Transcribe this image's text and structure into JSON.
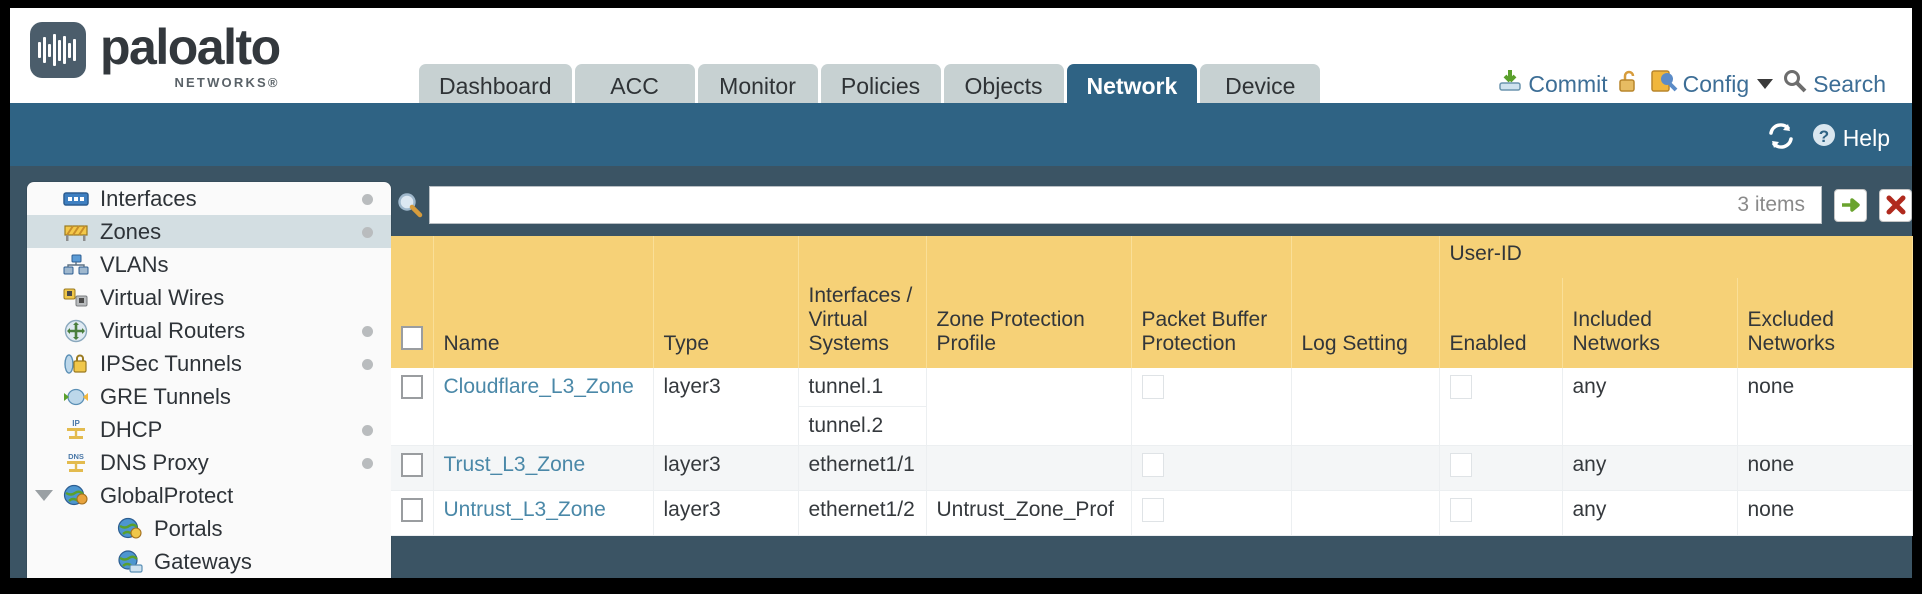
{
  "brand": {
    "name": "paloalto",
    "sub": "NETWORKS",
    "registered": "®"
  },
  "tabs": [
    {
      "label": "Dashboard",
      "active": false
    },
    {
      "label": "ACC",
      "active": false
    },
    {
      "label": "Monitor",
      "active": false
    },
    {
      "label": "Policies",
      "active": false
    },
    {
      "label": "Objects",
      "active": false
    },
    {
      "label": "Network",
      "active": true
    },
    {
      "label": "Device",
      "active": false
    }
  ],
  "toolbar": {
    "commit_label": "Commit",
    "config_label": "Config",
    "search_label": "Search",
    "commit_icon": "commit-download-icon",
    "lock_icon": "unlocked-padlock-icon",
    "config_icon": "config-wrench-icon",
    "search_icon": "magnifier-icon"
  },
  "bluebar": {
    "refresh_icon": "refresh-icon",
    "help_label": "Help",
    "help_icon": "help-question-icon"
  },
  "sidebar": {
    "items": [
      {
        "label": "Interfaces",
        "icon": "interfaces-icon",
        "dot": true,
        "selected": false,
        "child": false,
        "twisty": false
      },
      {
        "label": "Zones",
        "icon": "zones-icon",
        "dot": true,
        "selected": true,
        "child": false,
        "twisty": false
      },
      {
        "label": "VLANs",
        "icon": "vlans-icon",
        "dot": false,
        "selected": false,
        "child": false,
        "twisty": false
      },
      {
        "label": "Virtual Wires",
        "icon": "virtual-wires-icon",
        "dot": false,
        "selected": false,
        "child": false,
        "twisty": false
      },
      {
        "label": "Virtual Routers",
        "icon": "virtual-routers-icon",
        "dot": true,
        "selected": false,
        "child": false,
        "twisty": false
      },
      {
        "label": "IPSec Tunnels",
        "icon": "ipsec-tunnels-icon",
        "dot": true,
        "selected": false,
        "child": false,
        "twisty": false
      },
      {
        "label": "GRE Tunnels",
        "icon": "gre-tunnels-icon",
        "dot": false,
        "selected": false,
        "child": false,
        "twisty": false
      },
      {
        "label": "DHCP",
        "icon": "dhcp-icon",
        "dot": true,
        "selected": false,
        "child": false,
        "twisty": false
      },
      {
        "label": "DNS Proxy",
        "icon": "dns-proxy-icon",
        "dot": true,
        "selected": false,
        "child": false,
        "twisty": false
      },
      {
        "label": "GlobalProtect",
        "icon": "globalprotect-icon",
        "dot": false,
        "selected": false,
        "child": false,
        "twisty": true
      },
      {
        "label": "Portals",
        "icon": "portals-icon",
        "dot": false,
        "selected": false,
        "child": true,
        "twisty": false
      },
      {
        "label": "Gateways",
        "icon": "gateways-icon",
        "dot": false,
        "selected": false,
        "child": true,
        "twisty": false
      }
    ]
  },
  "search": {
    "value": "",
    "placeholder": "",
    "items_count": "3 items",
    "apply_icon": "green-arrow-right-icon",
    "clear_icon": "red-x-icon"
  },
  "table": {
    "group_header": "User-ID",
    "columns": [
      "Name",
      "Type",
      "Interfaces / Virtual Systems",
      "Zone Protection Profile",
      "Packet Buffer Protection",
      "Log Setting",
      "Enabled",
      "Included Networks",
      "Excluded Networks"
    ],
    "rows": [
      {
        "name": "Cloudflare_L3_Zone",
        "type": "layer3",
        "interfaces": [
          "tunnel.1",
          "tunnel.2"
        ],
        "zone_protection_profile": "",
        "packet_buffer_protection": false,
        "log_setting": "",
        "userid_enabled": false,
        "included_networks": "any",
        "excluded_networks": "none"
      },
      {
        "name": "Trust_L3_Zone",
        "type": "layer3",
        "interfaces": [
          "ethernet1/1"
        ],
        "zone_protection_profile": "",
        "packet_buffer_protection": false,
        "log_setting": "",
        "userid_enabled": false,
        "included_networks": "any",
        "excluded_networks": "none"
      },
      {
        "name": "Untrust_L3_Zone",
        "type": "layer3",
        "interfaces": [
          "ethernet1/2"
        ],
        "zone_protection_profile": "Untrust_Zone_Prof",
        "packet_buffer_protection": false,
        "log_setting": "",
        "userid_enabled": false,
        "included_networks": "any",
        "excluded_networks": "none"
      }
    ]
  },
  "colors": {
    "brand_blue": "#2f6384",
    "header_yellow": "#f6d177",
    "group_yellow": "#e5b745",
    "link_blue": "#4a88a8",
    "tab_grey": "#c7d1d2"
  }
}
